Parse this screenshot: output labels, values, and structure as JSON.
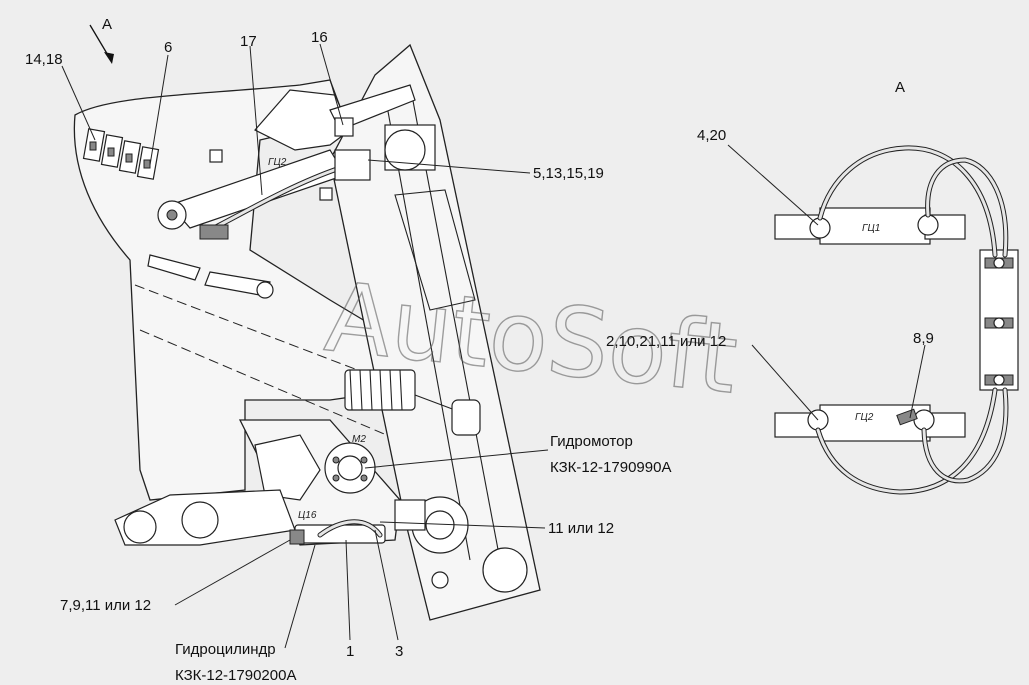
{
  "view_marker_main": "А",
  "view_title_right": "А",
  "watermark": "AutoSoft",
  "callouts": {
    "c_14_18": "14,18",
    "c_6": "6",
    "c_17": "17",
    "c_16": "16",
    "c_5_13_15_19": "5,13,15,19",
    "c_4_20": "4,20",
    "c_2_10_21": "2,10,21,11 или 12",
    "c_8_9": "8,9",
    "c_11_12": "11 или 12",
    "c_7_9_11_12": "7,9,11 или 12",
    "c_1": "1",
    "c_3": "3"
  },
  "motor": {
    "title": "Гидромотор",
    "code": "КЗК-12-1790990А",
    "tag": "М2"
  },
  "cylinder": {
    "title": "Гидроцилиндр",
    "code": "КЗК-12-1790200А",
    "tag": "Ц16"
  },
  "part_tags": {
    "gc1": "ГЦ1",
    "gc2": "ГЦ2",
    "gc2_main": "ГЦ2"
  }
}
